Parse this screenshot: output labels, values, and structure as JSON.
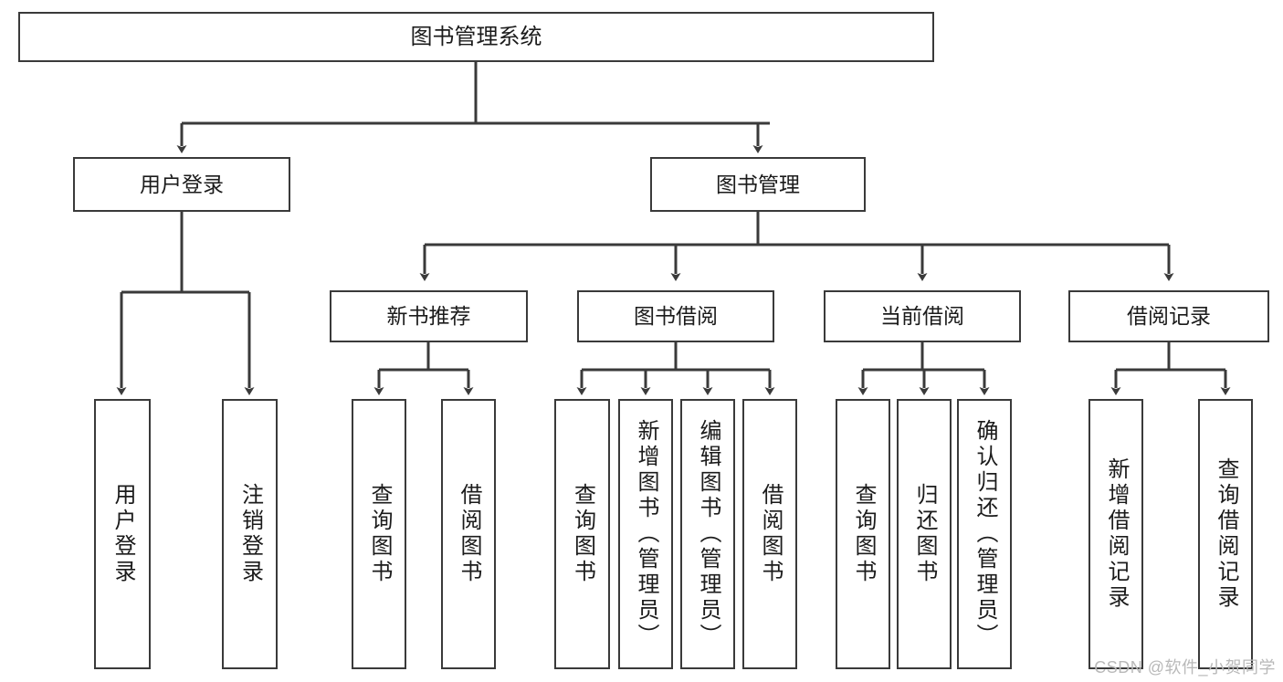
{
  "diagram": {
    "title_node": {
      "label": "图书管理系统"
    },
    "level2": [
      {
        "id": "user-login",
        "label": "用户登录"
      },
      {
        "id": "book-management",
        "label": "图书管理"
      }
    ],
    "level3": [
      {
        "id": "new-book-recommend",
        "label": "新书推荐"
      },
      {
        "id": "book-borrow",
        "label": "图书借阅"
      },
      {
        "id": "current-borrow",
        "label": "当前借阅"
      },
      {
        "id": "borrow-record",
        "label": "借阅记录"
      }
    ],
    "leaves": [
      {
        "id": "leaf-user-login",
        "label": "用户登录",
        "parent": "user-login"
      },
      {
        "id": "leaf-logout",
        "label": "注销登录",
        "parent": "user-login"
      },
      {
        "id": "leaf-query-book-1",
        "label": "查询图书",
        "parent": "new-book-recommend"
      },
      {
        "id": "leaf-borrow-book-1",
        "label": "借阅图书",
        "parent": "new-book-recommend"
      },
      {
        "id": "leaf-query-book-2",
        "label": "查询图书",
        "parent": "book-borrow"
      },
      {
        "id": "leaf-add-book",
        "label": "新增图书（管理员）",
        "parent": "book-borrow"
      },
      {
        "id": "leaf-edit-book",
        "label": "编辑图书（管理员）",
        "parent": "book-borrow"
      },
      {
        "id": "leaf-borrow-book-2",
        "label": "借阅图书",
        "parent": "book-borrow"
      },
      {
        "id": "leaf-query-book-3",
        "label": "查询图书",
        "parent": "current-borrow"
      },
      {
        "id": "leaf-return-book",
        "label": "归还图书",
        "parent": "current-borrow"
      },
      {
        "id": "leaf-confirm-return",
        "label": "确认归还（管理员）",
        "parent": "current-borrow"
      },
      {
        "id": "leaf-add-record",
        "label": "新增借阅记录",
        "parent": "borrow-record"
      },
      {
        "id": "leaf-query-record",
        "label": "查询借阅记录",
        "parent": "borrow-record"
      }
    ],
    "watermark": "CSDN @软件_小贺同学",
    "colors": {
      "stroke": "#3a3a3a",
      "text": "#1b1b1b",
      "background": "#ffffff",
      "watermark": "#b9b9b9"
    }
  }
}
